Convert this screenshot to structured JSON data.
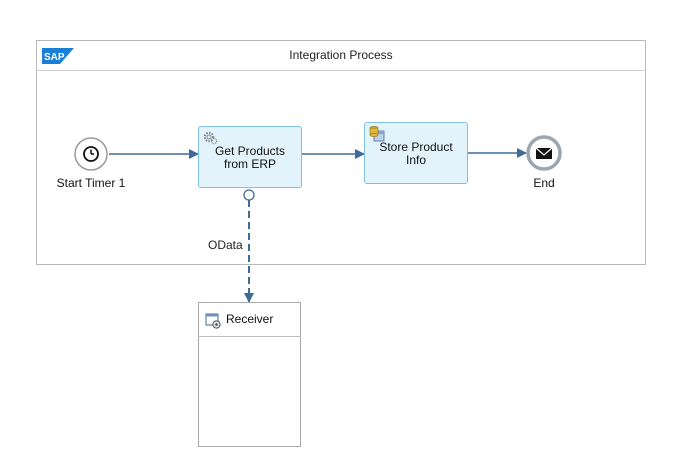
{
  "pool": {
    "title": "Integration Process",
    "logo_text": "SAP"
  },
  "events": {
    "start": {
      "label": "Start Timer 1",
      "icon": "clock-icon"
    },
    "end": {
      "label": "End",
      "icon": "envelope-icon"
    }
  },
  "tasks": [
    {
      "label_line1": "Get Products",
      "label_line2": "from ERP",
      "icon": "gear-icon"
    },
    {
      "label_line1": "Store Product",
      "label_line2": "Info",
      "icon": "datastore-icon"
    }
  ],
  "connection": {
    "label": "OData"
  },
  "receiver": {
    "label": "Receiver",
    "icon": "receiver-icon"
  },
  "colors": {
    "accent": "#3f6c97",
    "task_fill": "#e3f3fc",
    "task_border": "#7fc0e4",
    "sap_blue": "#1a7fd6"
  }
}
